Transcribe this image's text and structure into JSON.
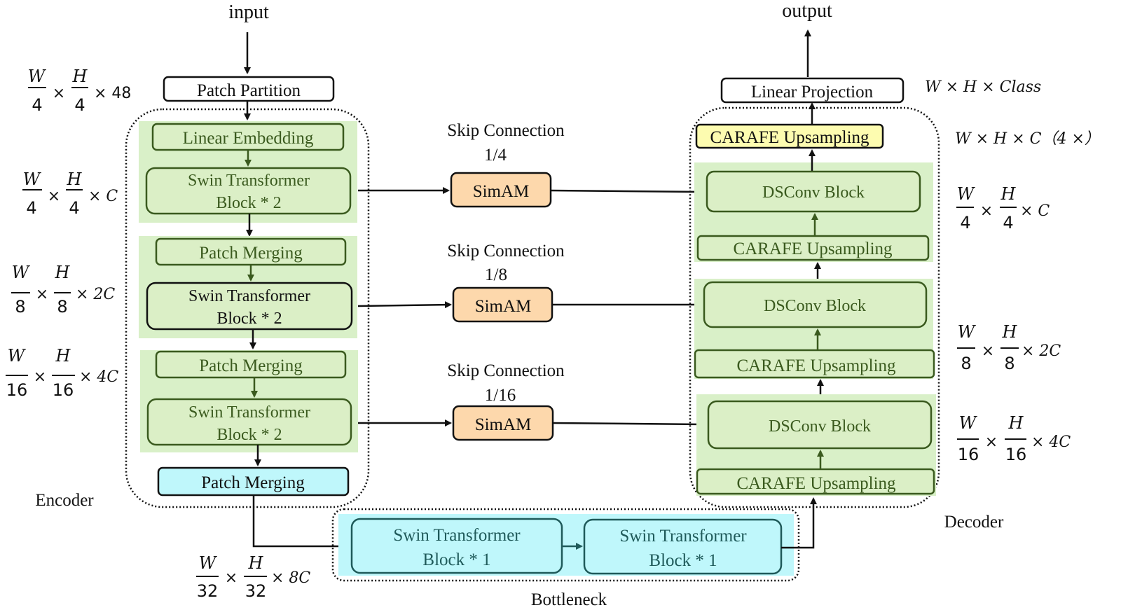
{
  "io": {
    "input": "input",
    "output": "output"
  },
  "colors": {
    "green_panel": "#d9f0c8",
    "green_stroke": "#3a5a1e",
    "cyan": "#bff7fb",
    "cyan_stroke": "#1f5a5a",
    "simam": "#fdd8ac",
    "yellow": "#fdfcb0"
  },
  "encoder": {
    "label": "Encoder",
    "patch_partition": "Patch Partition",
    "linear_embedding": "Linear Embedding",
    "stages": [
      {
        "merge": null,
        "block_line1": "Swin Transformer",
        "block_line2": "Block * 2"
      },
      {
        "merge": "Patch Merging",
        "block_line1": "Swin Transformer",
        "block_line2": "Block * 2"
      },
      {
        "merge": "Patch Merging",
        "block_line1": "Swin Transformer",
        "block_line2": "Block * 2"
      }
    ],
    "final_merge": "Patch Merging",
    "dims": [
      {
        "w": "W",
        "wd": "4",
        "h": "H",
        "hd": "4",
        "c": "× 48"
      },
      {
        "w": "W",
        "wd": "4",
        "h": "H",
        "hd": "4",
        "c": "× C"
      },
      {
        "w": "W",
        "wd": "8",
        "h": "H",
        "hd": "8",
        "c": "× 2C"
      },
      {
        "w": "W",
        "wd": "16",
        "h": "H",
        "hd": "16",
        "c": "× 4C"
      }
    ]
  },
  "skips": [
    {
      "title": "Skip Connection",
      "ratio": "1/4",
      "module": "SimAM"
    },
    {
      "title": "Skip Connection",
      "ratio": "1/8",
      "module": "SimAM"
    },
    {
      "title": "Skip Connection",
      "ratio": "1/16",
      "module": "SimAM"
    }
  ],
  "bottleneck": {
    "label": "Bottleneck",
    "blocks": [
      {
        "line1": "Swin Transformer",
        "line2": "Block * 1"
      },
      {
        "line1": "Swin Transformer",
        "line2": "Block * 1"
      }
    ],
    "dim": {
      "w": "W",
      "wd": "32",
      "h": "H",
      "hd": "32",
      "c": "× 8C"
    }
  },
  "decoder": {
    "label": "Decoder",
    "linear_projection": "Linear Projection",
    "final_upsampling": "CARAFE Upsampling",
    "stages": [
      {
        "dsconv": "DSConv Block",
        "upsampling": "CARAFE Upsampling"
      },
      {
        "dsconv": "DSConv Block",
        "upsampling": "CARAFE Upsampling"
      },
      {
        "dsconv": "DSConv Block",
        "upsampling": "CARAFE Upsampling"
      }
    ],
    "out_dim": "W × H × Class",
    "up_dim": "W × H × C（4 ×）",
    "dims": [
      {
        "w": "W",
        "wd": "4",
        "h": "H",
        "hd": "4",
        "c": "× C"
      },
      {
        "w": "W",
        "wd": "8",
        "h": "H",
        "hd": "8",
        "c": "× 2C"
      },
      {
        "w": "W",
        "wd": "16",
        "h": "H",
        "hd": "16",
        "c": "× 4C"
      }
    ]
  }
}
